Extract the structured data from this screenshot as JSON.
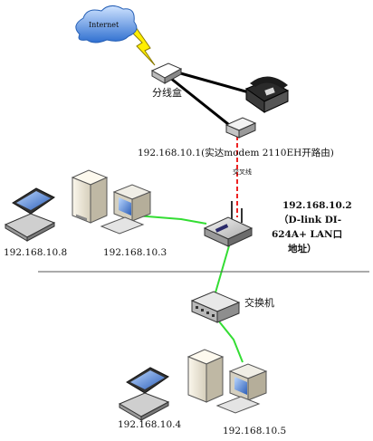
{
  "diagram": {
    "cloud_label": "Internet",
    "splitter_label": "分线盒",
    "modem_label": "192.168.10.1(实达modem 2110EH开路由)",
    "crossover_label": "交叉线",
    "router_label_line1": "192.168.10.2",
    "router_label_line2": "（D-link DI-",
    "router_label_line3": "624A+ LAN口",
    "router_label_line4": "地址）",
    "switch_label": "交换机",
    "top_laptop_ip": "192.168.10.8",
    "top_pc_ip": "192.168.10.3",
    "bottom_laptop_ip": "192.168.10.4",
    "bottom_pc_ip": "192.168.10.5"
  },
  "colors": {
    "lan_cable": "#33dd33",
    "crossover_cable": "#ee2222",
    "phone_line": "#000000",
    "lightning": "#ffee00",
    "cloud": "#3a7fd8"
  },
  "icons": [
    "cloud-icon",
    "lightning-icon",
    "splitter-icon",
    "telephone-icon",
    "modem-icon",
    "router-icon",
    "switch-icon",
    "laptop-icon",
    "desktop-pc-icon"
  ]
}
